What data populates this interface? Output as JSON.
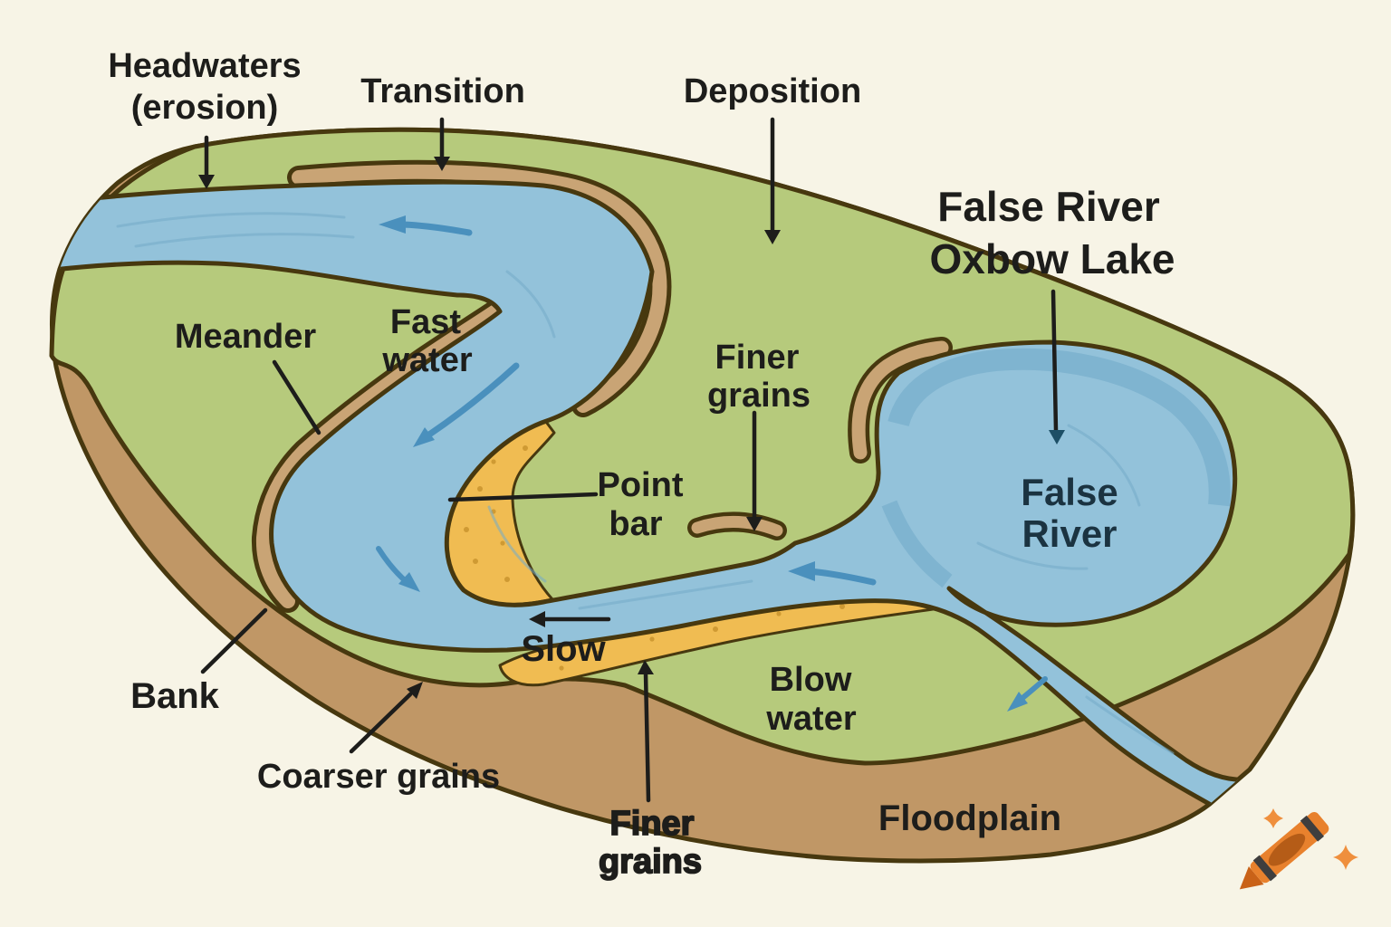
{
  "diagram_title": "River meander and oxbow lake formation",
  "colors": {
    "background": "#f7f4e6",
    "land_top": "#b6ca7c",
    "land_side": "#c09766",
    "cut_bank": "#c9a475",
    "outline": "#47380f",
    "water": "#93c2da",
    "lake_shade": "#7ab0cd",
    "sand": "#f0bc52",
    "sand_dots": "#cf9a33",
    "flow_arrow": "#4a90bd",
    "label_text": "#1d1d1b",
    "lake_label_text": "#1b3341",
    "crayon_orange": "#e8812d",
    "sparkle": "#ef8f3d"
  },
  "icons": {
    "logo": "crayon-icon",
    "sparkle": "sparkle-icon"
  },
  "labels": {
    "headwaters": {
      "line1": "Headwaters",
      "line2": "(erosion)"
    },
    "transition": {
      "text": "Transition"
    },
    "deposition": {
      "text": "Deposition"
    },
    "oxbow": {
      "line1": "False River",
      "line2": "Oxbow Lake"
    },
    "meander": {
      "text": "Meander"
    },
    "fast_water": {
      "line1": "Fast",
      "line2": "water"
    },
    "finer_grains_upper": {
      "line1": "Finer",
      "line2": "grains"
    },
    "point_bar": {
      "line1": "Point",
      "line2": "bar"
    },
    "false_river": {
      "line1": "False",
      "line2": "River"
    },
    "slow": {
      "text": "Slow"
    },
    "bank": {
      "text": "Bank"
    },
    "coarser_grains": {
      "text": "Coarser grains"
    },
    "blow_water": {
      "line1": "Blow",
      "line2": "water"
    },
    "finer_grains_lower": {
      "line1": "Finer",
      "line2": "grains"
    },
    "floodplain": {
      "text": "Floodplain"
    }
  }
}
